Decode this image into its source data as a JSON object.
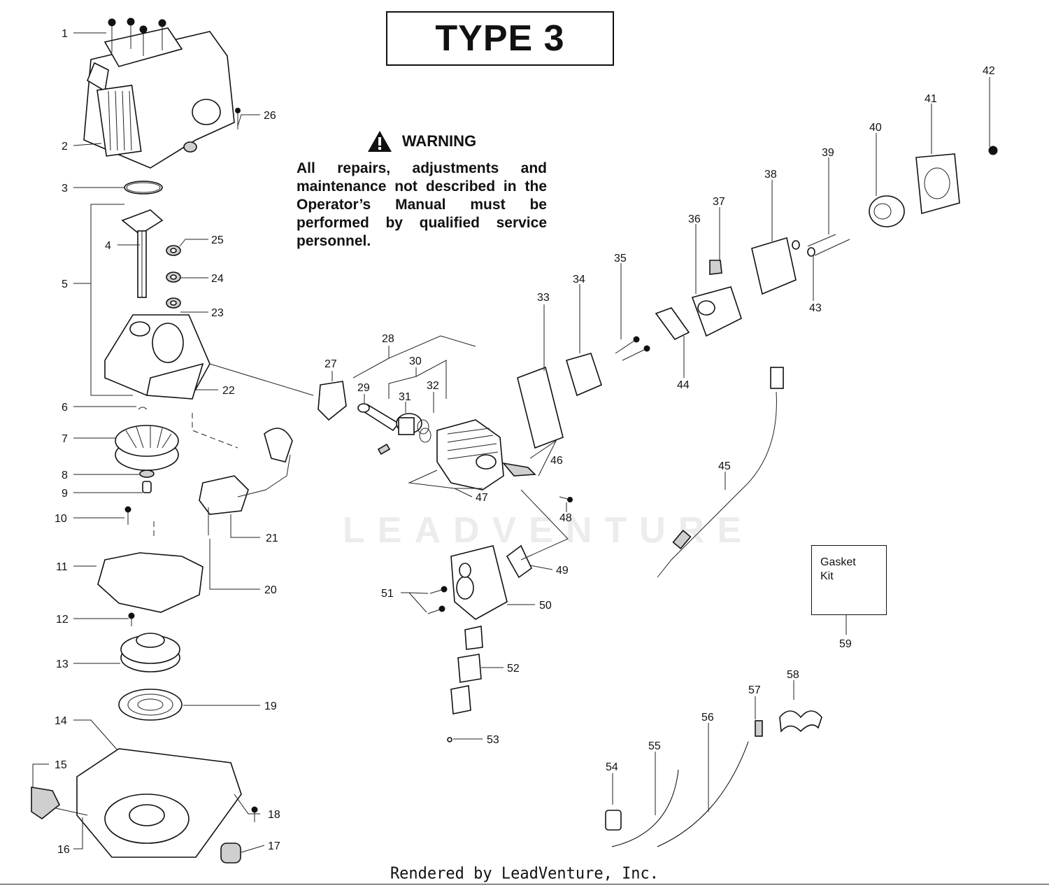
{
  "title": "TYPE 3",
  "warning": {
    "heading": "WARNING",
    "text": "All repairs, adjustments and maintenance not described in the Operator’s Manual must be performed by qualified service personnel."
  },
  "kit_box": {
    "line1": "Gasket",
    "line2": "Kit"
  },
  "footer": "Rendered by LeadVenture, Inc.",
  "watermark": "LEADVENTURE",
  "callouts": [
    "1",
    "2",
    "3",
    "4",
    "5",
    "6",
    "7",
    "8",
    "9",
    "10",
    "11",
    "12",
    "13",
    "14",
    "15",
    "16",
    "17",
    "18",
    "19",
    "20",
    "21",
    "22",
    "23",
    "24",
    "25",
    "26",
    "27",
    "28",
    "29",
    "30",
    "31",
    "32",
    "33",
    "34",
    "35",
    "36",
    "37",
    "38",
    "39",
    "40",
    "41",
    "42",
    "43",
    "44",
    "45",
    "46",
    "47",
    "48",
    "49",
    "50",
    "51",
    "52",
    "53",
    "54",
    "55",
    "56",
    "57",
    "58",
    "59"
  ]
}
